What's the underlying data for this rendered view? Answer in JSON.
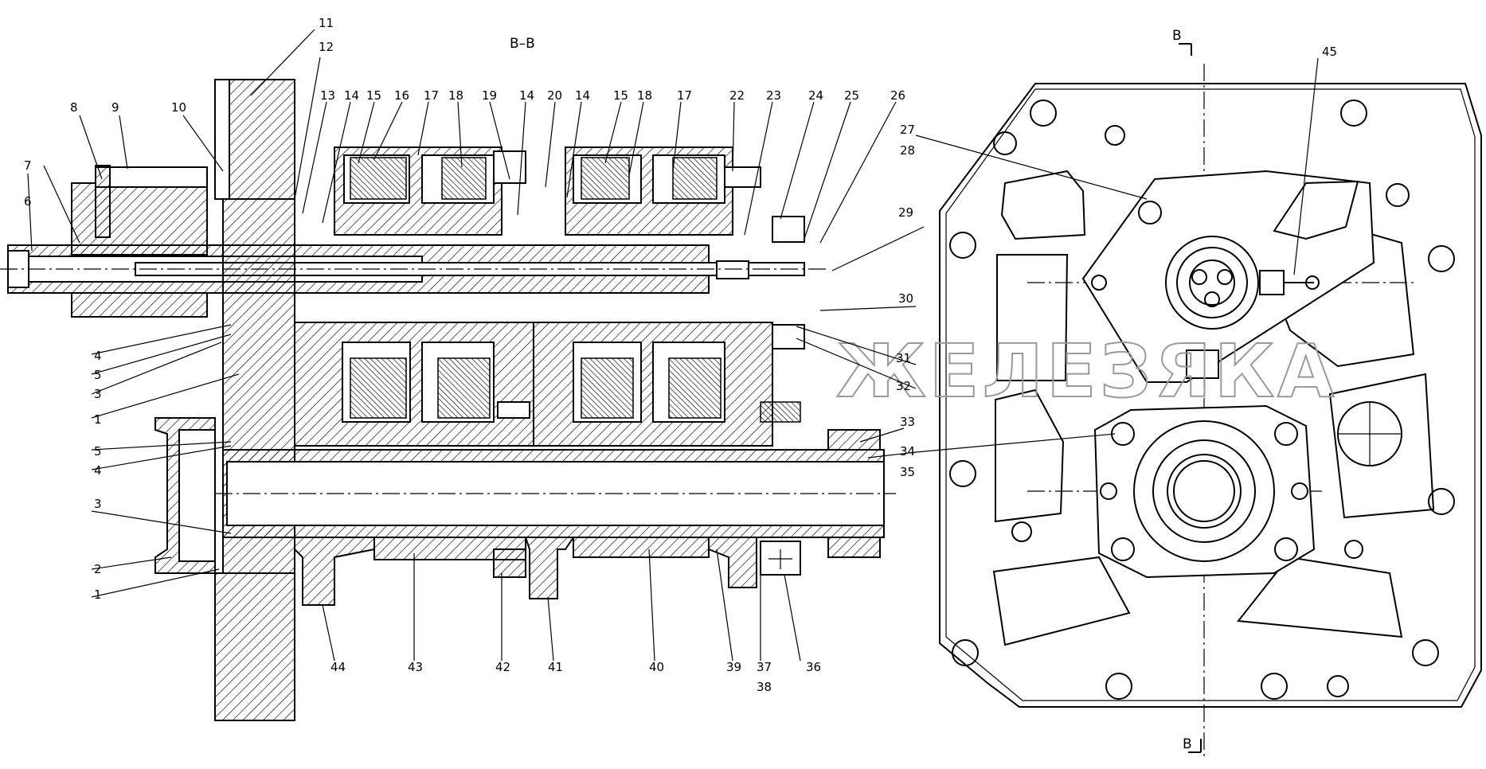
{
  "section_title": "B–B",
  "section_marks": [
    "B",
    "B"
  ],
  "watermark": "ЖЕЛЕЗЯКА",
  "labels": {
    "l1": "1",
    "l2": "2",
    "l3": "3",
    "l4": "4",
    "l5": "5",
    "l6": "6",
    "l7": "7",
    "l8": "8",
    "l9": "9",
    "l10": "10",
    "l11": "11",
    "l12": "12",
    "l13": "13",
    "l14": "14",
    "l15": "15",
    "l16": "16",
    "l17": "17",
    "l18": "18",
    "l19": "19",
    "l20": "20",
    "l22": "22",
    "l23": "23",
    "l24": "24",
    "l25": "25",
    "l26": "26",
    "l27": "27",
    "l28": "28",
    "l29": "29",
    "l30": "30",
    "l31": "31",
    "l32": "32",
    "l33": "33",
    "l34": "34",
    "l35": "35",
    "l36": "36",
    "l37": "37",
    "l38": "38",
    "l39": "39",
    "l40": "40",
    "l41": "41",
    "l42": "42",
    "l43": "43",
    "l44": "44",
    "l45": "45"
  }
}
